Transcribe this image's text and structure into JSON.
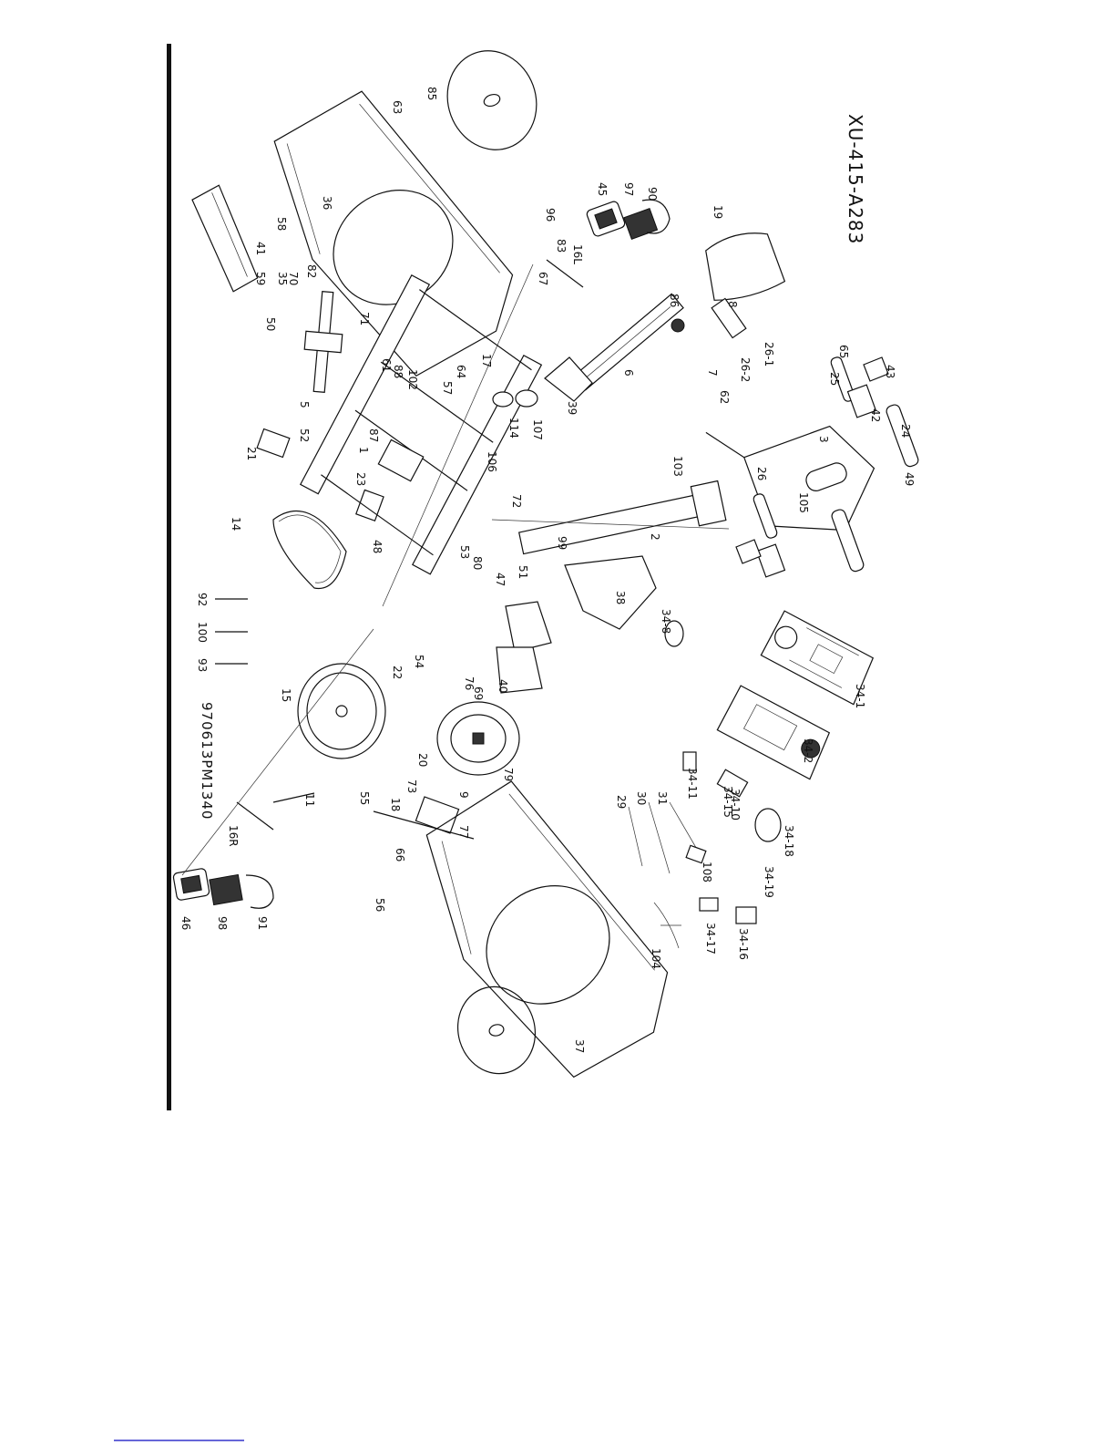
{
  "diagram": {
    "model_code": "XU-415-A283",
    "serial_code": "970613PM1340",
    "part_labels": [
      "85",
      "63",
      "36",
      "41",
      "58",
      "59",
      "35",
      "70",
      "82",
      "50",
      "71",
      "5",
      "61",
      "88",
      "102",
      "64",
      "57",
      "17",
      "96",
      "83",
      "16L",
      "67",
      "45",
      "97",
      "90",
      "19",
      "86",
      "8",
      "7",
      "6",
      "39",
      "107",
      "114",
      "106",
      "87",
      "21",
      "52",
      "23",
      "14",
      "48",
      "53",
      "80",
      "47",
      "51",
      "72",
      "99",
      "2",
      "103",
      "26-1",
      "26-2",
      "62",
      "26",
      "25",
      "3",
      "105",
      "24",
      "49",
      "65",
      "43",
      "42",
      "38",
      "34-8",
      "34-1",
      "34-2",
      "34-11",
      "34-10",
      "34-15",
      "34-18",
      "34-19",
      "29",
      "30",
      "31",
      "108",
      "34-17",
      "34-16",
      "104",
      "37",
      "40",
      "69",
      "76",
      "54",
      "79",
      "20",
      "9",
      "73",
      "18",
      "55",
      "77",
      "66",
      "56",
      "15",
      "22",
      "11",
      "16R",
      "46",
      "98",
      "91",
      "92",
      "100",
      "93",
      "1"
    ]
  },
  "colors": {
    "ink": "#111111",
    "background": "#ffffff",
    "link": "#3333cc"
  }
}
